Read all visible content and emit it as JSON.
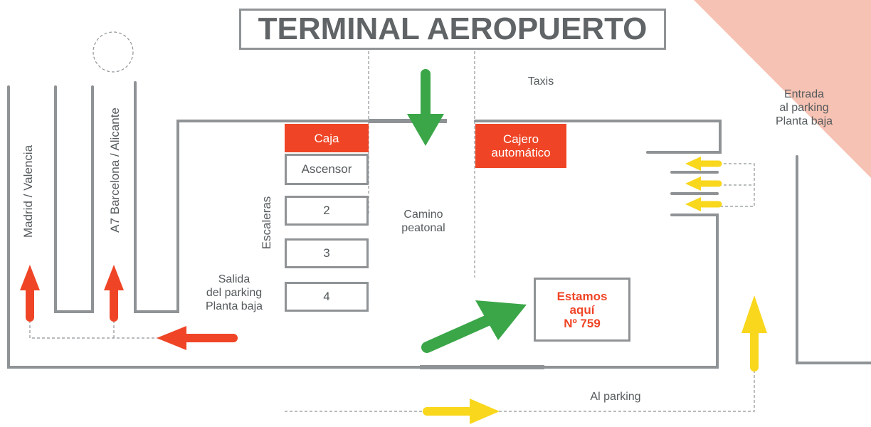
{
  "title": "TERMINAL AEROPUERTO",
  "labels": {
    "taxis": "Taxis",
    "entrance": [
      "Entrada",
      "al parking",
      "Planta baja"
    ],
    "madrid": "Madrid / Valencia",
    "barcelona": "A7 Barcelona / Alicante",
    "stairs": "Escaleras",
    "walkway": [
      "Camino",
      "peatonal"
    ],
    "exit": [
      "Salida",
      "del parking",
      "Planta baja"
    ],
    "to_parking": "Al parking"
  },
  "boxes": {
    "caja": "Caja",
    "atm": [
      "Cajero",
      "automático"
    ],
    "elevator": "Ascensor",
    "floor2": "2",
    "floor3": "3",
    "floor4": "4"
  },
  "here": [
    "Estamos",
    "aquí",
    "Nº 759"
  ],
  "colors": {
    "wall": "#8f9396",
    "red": "#ef4526",
    "green": "#3aa648",
    "yellow": "#f9d71c",
    "corner": "#f6c2b3"
  }
}
